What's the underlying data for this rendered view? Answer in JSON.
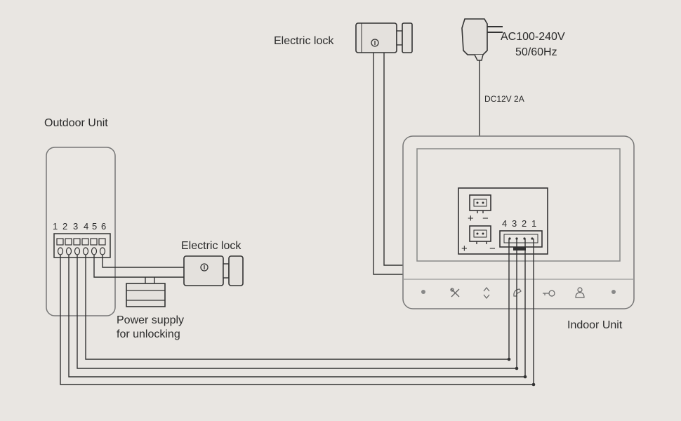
{
  "labels": {
    "electric_lock_top": "Electric lock",
    "power_line1": "AC100-240V",
    "power_line2": "50/60Hz",
    "dc_label": "DC12V 2A",
    "outdoor_unit": "Outdoor Unit",
    "electric_lock_left": "Electric lock",
    "power_supply_line1": "Power supply",
    "power_supply_line2": "for unlocking",
    "indoor_unit": "Indoor Unit"
  },
  "outdoor_terminals": [
    "1",
    "2",
    "3",
    "4",
    "5",
    "6"
  ],
  "indoor_terminals": [
    "4",
    "3",
    "2",
    "1"
  ],
  "polarity": {
    "plus": "+",
    "minus": "−"
  },
  "indoor_buttons": [
    "dot-icon",
    "tools-icon",
    "up-down-icon",
    "handset-icon",
    "key-icon",
    "person-icon",
    "dot-icon"
  ],
  "colors": {
    "background": "#e9e6e2",
    "line": "#333333",
    "unit_border": "#777777"
  }
}
